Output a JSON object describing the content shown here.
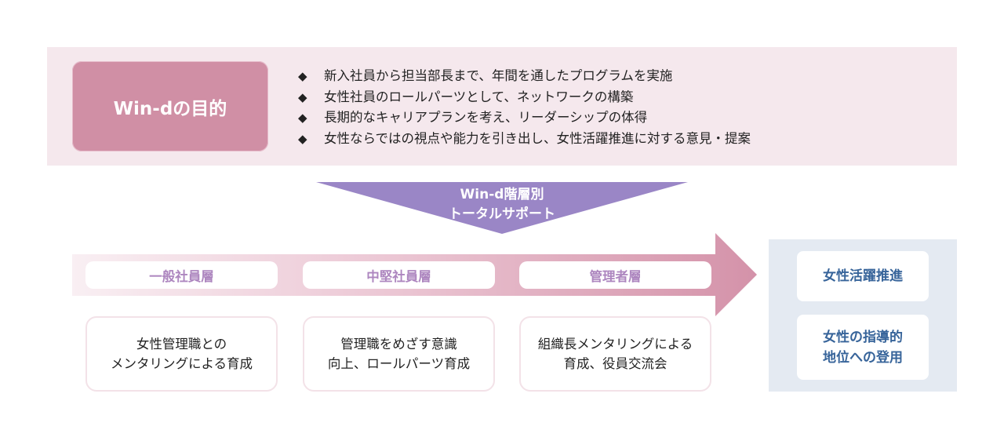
{
  "purpose": {
    "title": "Win-dの目的",
    "bullet_symbol": "◆",
    "items": [
      "新入社員から担当部長まで、年間を通したプログラムを実施",
      "女性社員のロールパーツとして、ネットワークの構築",
      "長期的なキャリアプランを考え、リーダーシップの体得",
      "女性ならではの視点や能力を引き出し、女性活躍推進に対する意見・提案"
    ]
  },
  "support": {
    "line1": "Win-d階層別",
    "line2": "トータルサポート"
  },
  "levels": [
    {
      "name": "一般社員層",
      "desc_line1": "女性管理職との",
      "desc_line2": "メンタリングによる育成"
    },
    {
      "name": "中堅社員層",
      "desc_line1": "管理職をめざす意識",
      "desc_line2": "向上、ロールパーツ育成"
    },
    {
      "name": "管理者層",
      "desc_line1": "組織長メンタリングによる",
      "desc_line2": "育成、役員交流会"
    }
  ],
  "goals": [
    {
      "line1": "女性活躍推進"
    },
    {
      "line1": "女性の指導的",
      "line2": "地位への登用"
    }
  ],
  "colors": {
    "purpose_panel": "#f5e8ed",
    "purpose_title": "#d08fa5",
    "support_triangle": "#9a86c6",
    "arrow_end": "#d492a9",
    "level_text": "#ad86bf",
    "goal_panel": "#e4eaf2",
    "goal_text": "#37649a"
  }
}
